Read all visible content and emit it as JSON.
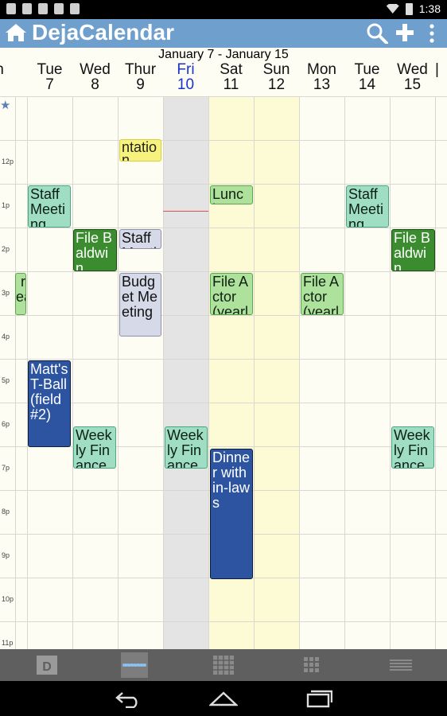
{
  "status_bar": {
    "time": "1:38"
  },
  "app_bar": {
    "title": "DejaCalendar",
    "icons": [
      "home-icon",
      "search-icon",
      "plus-icon",
      "overflow-menu-icon"
    ]
  },
  "range_title": "January 7 - January 15",
  "days": [
    {
      "name": "n",
      "num": ""
    },
    {
      "name": "Tue",
      "num": "7"
    },
    {
      "name": "Wed",
      "num": "8"
    },
    {
      "name": "Thur",
      "num": "9"
    },
    {
      "name": "Fri",
      "num": "10"
    },
    {
      "name": "Sat",
      "num": "11"
    },
    {
      "name": "Sun",
      "num": "12"
    },
    {
      "name": "Mon",
      "num": "13"
    },
    {
      "name": "Tue",
      "num": "14"
    },
    {
      "name": "Wed",
      "num": "15"
    }
  ],
  "hours": [
    "12p",
    "1p",
    "2p",
    "3p",
    "4p",
    "5p",
    "6p",
    "7p",
    "8p",
    "9p",
    "10p",
    "11p"
  ],
  "events": {
    "ev1": "ntation",
    "ev2": "Staff Meeting",
    "ev3": "Lunch",
    "ev4": "Staff Meeting",
    "ev5": "File Baldwin",
    "ev6": "Staff Meeting",
    "ev7": "File Baldwin",
    "ev8": "r\nearl",
    "ev9": "Budget Meeting",
    "ev10": "File Actor (yearly",
    "ev11": "File Actor (yearly",
    "ev12": "Matt's T-Ball (field #2)",
    "ev13": "Weekly Finance",
    "ev14": "Weekly Finance",
    "ev15": "Weekly Finance",
    "ev16": "Dinner with in-laws"
  },
  "bottom_nav": [
    "day-view-icon",
    "week-view-icon",
    "month-view-icon",
    "multi-week-view-icon",
    "agenda-view-icon"
  ],
  "system_nav": [
    "back-icon",
    "home-icon",
    "recents-icon"
  ]
}
